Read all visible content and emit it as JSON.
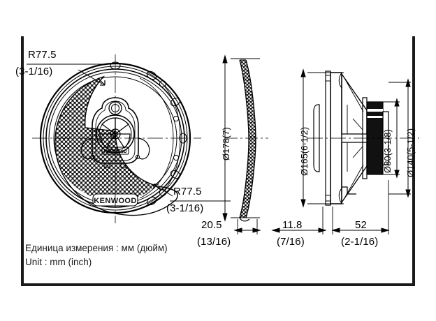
{
  "drawing": {
    "title": "Kenwood coaxial speaker dimensional drawing",
    "units_note_ru": "Единица измерения : мм (дюйм)",
    "units_note_en": "Unit : mm (inch)",
    "brand": "KENWOOD"
  },
  "callouts": [
    {
      "id": "radius-top",
      "value": "R77.5",
      "fraction": "(3-1/16)"
    },
    {
      "id": "radius-bottom",
      "value": "R77.5",
      "fraction": "(3-1/16)"
    }
  ],
  "vertical_dimensions": [
    {
      "id": "grille-diameter",
      "label": "Ø178(7)"
    },
    {
      "id": "frame-diameter",
      "label": "Ø165(6-1/2)"
    },
    {
      "id": "magnet-diameter",
      "label": "Ø80(3-1/8)"
    },
    {
      "id": "basket-diameter",
      "label": "Ø140(5-1/2)"
    }
  ],
  "horizontal_dimensions": [
    {
      "id": "grille-depth",
      "value": "20.5",
      "fraction": "(13/16)"
    },
    {
      "id": "flange-depth",
      "value": "11.8",
      "fraction": "(7/16)"
    },
    {
      "id": "body-depth",
      "value": "52",
      "fraction": "(2-1/16)"
    }
  ],
  "views": [
    {
      "id": "front-view",
      "name": "Front view with mesh grille"
    },
    {
      "id": "grille-side-view",
      "name": "Grille side profile"
    },
    {
      "id": "section-view",
      "name": "Speaker cross section"
    }
  ]
}
